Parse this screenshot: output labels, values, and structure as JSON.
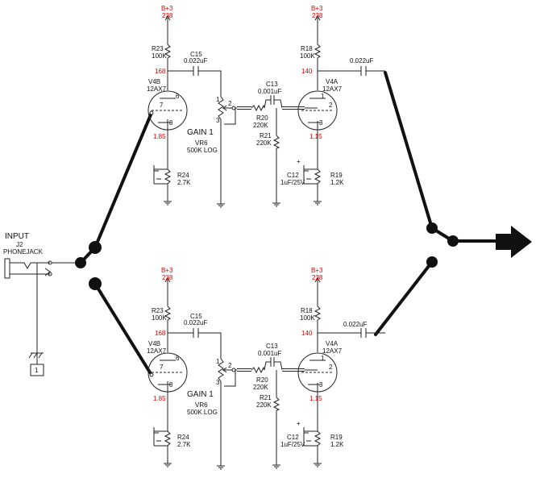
{
  "input": {
    "title": "INPUT",
    "ref": "J2",
    "name": "PHONEJACK",
    "ground_box": "1"
  },
  "channels": [
    {
      "v4b": {
        "supply": "B+3",
        "supply_volts": "238",
        "r23_ref": "R23",
        "r23_val": "100K",
        "c15_ref": "C15",
        "c15_val": "0.022uF",
        "plate_volts": "168",
        "tube_ref": "V4B",
        "tube_type": "12AX7",
        "pin_grid": "7",
        "pin_plate": "6",
        "pin_cathode": "8",
        "cathode_volts": "1.85",
        "r24_ref": "R24",
        "r24_val": "2.7K"
      },
      "pot": {
        "title": "GAIN  1",
        "ref": "VR6",
        "val": "500K LOG",
        "pin1": "1",
        "pin2": "2",
        "pin3": "3"
      },
      "mid": {
        "c13_ref": "C13",
        "c13_val": "0.001uF",
        "r20_ref": "R20",
        "r20_val": "220K",
        "r21_ref": "R21",
        "r21_val": "220K"
      },
      "v4a": {
        "supply": "B+3",
        "supply_volts": "238",
        "r18_ref": "R18",
        "r18_val": "100K",
        "plate_volts": "140",
        "out_cap": "0.022uF",
        "tube_ref": "V4A",
        "tube_type": "12AX7",
        "pin_grid": "2",
        "pin_plate": "1",
        "pin_cathode": "3",
        "cathode_volts": "1.15",
        "c12_ref": "C12",
        "c12_val": "1uF/25V",
        "c12_plus": "+",
        "r19_ref": "R19",
        "r19_val": "1.2K"
      }
    },
    {
      "v4b": {
        "supply": "B+3",
        "supply_volts": "238",
        "r23_ref": "R23",
        "r23_val": "100K",
        "c15_ref": "C15",
        "c15_val": "0.022uF",
        "plate_volts": "168",
        "tube_ref": "V4B",
        "tube_type": "12AX7",
        "pin_grid": "7",
        "pin_plate": "6",
        "pin_cathode": "8",
        "cathode_volts": "1.85",
        "r24_ref": "R24",
        "r24_val": "2.7K"
      },
      "pot": {
        "title": "GAIN  1",
        "ref": "VR6",
        "val": "500K LOG",
        "pin1": "1",
        "pin2": "2",
        "pin3": "3"
      },
      "mid": {
        "c13_ref": "C13",
        "c13_val": "0.001uF",
        "r20_ref": "R20",
        "r20_val": "220K",
        "r21_ref": "R21",
        "r21_val": "220K"
      },
      "v4a": {
        "supply": "B+3",
        "supply_volts": "238",
        "r18_ref": "R18",
        "r18_val": "100K",
        "plate_volts": "140",
        "out_cap": "0.022uF",
        "tube_ref": "V4A",
        "tube_type": "12AX7",
        "pin_grid": "2",
        "pin_plate": "1",
        "pin_cathode": "3",
        "cathode_volts": "1.15",
        "c12_ref": "C12",
        "c12_val": "1uF/25V",
        "c12_plus": "+",
        "r19_ref": "R19",
        "r19_val": "1.2K"
      }
    }
  ],
  "colors": {
    "wire": "#222222",
    "voltage": "#e00000",
    "ink": "#111111"
  },
  "icons": {
    "output": "arrow-right-icon",
    "ground": "ground-icon",
    "jack": "phone-jack-icon"
  }
}
